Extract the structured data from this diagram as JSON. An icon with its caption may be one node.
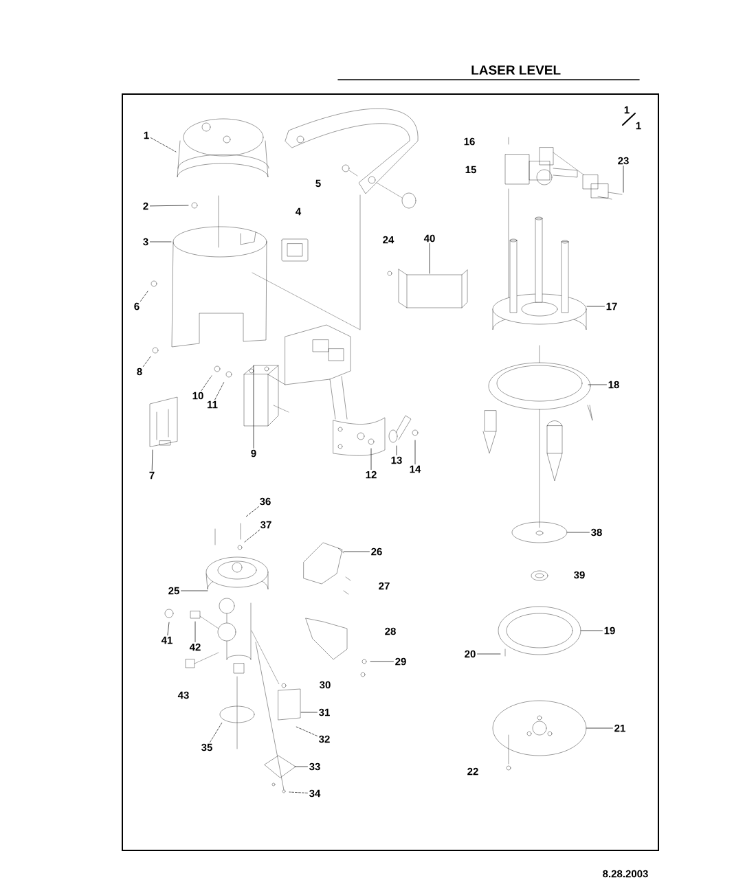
{
  "diagram": {
    "title": "LASER LEVEL",
    "nodes": [
      {
        "text": [
          "1"
        ]
      },
      {
        "text": [
          "2"
        ]
      },
      {
        "text": [
          "3"
        ]
      },
      {
        "text": [
          "6"
        ]
      },
      {
        "text": [
          "7"
        ]
      },
      {
        "text": [
          "8"
        ]
      },
      {
        "text": [
          "9"
        ]
      },
      {
        "text": [
          "10"
        ]
      },
      {
        "text": [
          "11"
        ]
      },
      {
        "text": [
          "12"
        ]
      },
      {
        "text": [
          "13"
        ]
      },
      {
        "text": [
          "14"
        ]
      },
      {
        "text": [
          "17"
        ]
      },
      {
        "text": [
          "18"
        ]
      },
      {
        "text": [
          "19"
        ]
      },
      {
        "text": [
          "20"
        ]
      },
      {
        "text": [
          "21"
        ]
      },
      {
        "text": [
          "23"
        ]
      },
      {
        "text": [
          "25"
        ]
      },
      {
        "text": [
          "26"
        ]
      },
      {
        "text": [
          "29"
        ]
      },
      {
        "text": [
          "31"
        ]
      },
      {
        "text": [
          "32"
        ]
      },
      {
        "text": [
          "33"
        ]
      },
      {
        "text": [
          "34"
        ]
      },
      {
        "text": [
          "35"
        ]
      },
      {
        "text": [
          "36"
        ]
      },
      {
        "text": [
          "37"
        ]
      },
      {
        "text": [
          "38"
        ]
      },
      {
        "text": [
          "40"
        ]
      },
      {
        "text": [
          "41"
        ]
      },
      {
        "text": [
          "42"
        ]
      }
    ],
    "edges": [
      {
        "from": 0,
        "to": null,
        "arrow": "none",
        "style": "dashed"
      },
      {
        "from": 1,
        "to": null,
        "arrow": "none"
      },
      {
        "from": 2,
        "to": null,
        "arrow": "none"
      },
      {
        "from": 3,
        "to": null,
        "arrow": "none",
        "style": "dashed"
      },
      {
        "from": 4,
        "to": null,
        "arrow": "none"
      },
      {
        "from": 5,
        "to": null,
        "arrow": "none",
        "style": "dashed"
      },
      {
        "from": 6,
        "to": null,
        "arrow": "none"
      },
      {
        "from": 7,
        "to": null,
        "arrow": "none",
        "style": "dashed"
      },
      {
        "from": 8,
        "to": null,
        "arrow": "none",
        "style": "dashed"
      },
      {
        "from": 9,
        "to": null,
        "arrow": "none"
      },
      {
        "from": 10,
        "to": null,
        "arrow": "none"
      },
      {
        "from": 11,
        "to": null,
        "arrow": "none"
      },
      {
        "from": 12,
        "to": null,
        "arrow": "none"
      },
      {
        "from": 13,
        "to": null,
        "arrow": "none"
      },
      {
        "from": 14,
        "to": null,
        "arrow": "none"
      },
      {
        "from": 15,
        "to": null,
        "arrow": "none"
      },
      {
        "from": 16,
        "to": null,
        "arrow": "none"
      },
      {
        "from": 17,
        "to": null,
        "arrow": "none"
      },
      {
        "from": 18,
        "to": null,
        "arrow": "none"
      },
      {
        "from": 19,
        "to": null,
        "arrow": "none"
      },
      {
        "from": 20,
        "to": null,
        "arrow": "none"
      },
      {
        "from": 21,
        "to": null,
        "arrow": "none"
      },
      {
        "from": 22,
        "to": null,
        "arrow": "none",
        "style": "dashed"
      },
      {
        "from": 23,
        "to": null,
        "arrow": "none"
      },
      {
        "from": 24,
        "to": null,
        "arrow": "none",
        "style": "dashed"
      },
      {
        "from": 25,
        "to": null,
        "arrow": "none",
        "style": "dashed"
      },
      {
        "from": 26,
        "to": null,
        "arrow": "none",
        "style": "dashed"
      },
      {
        "from": 27,
        "to": null,
        "arrow": "none",
        "style": "dashed"
      },
      {
        "from": 28,
        "to": null,
        "arrow": "none"
      },
      {
        "from": 29,
        "to": null,
        "arrow": "none"
      },
      {
        "from": 30,
        "to": null,
        "arrow": "none"
      },
      {
        "from": 31,
        "to": null,
        "arrow": "none"
      }
    ],
    "labels": [
      "1",
      "1",
      "4",
      "5",
      "15",
      "16",
      "22",
      "24",
      "27",
      "28",
      "30",
      "39",
      "43",
      "8.28.2003"
    ]
  }
}
